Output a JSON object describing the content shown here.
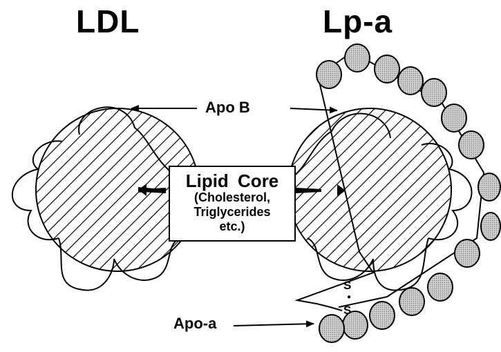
{
  "titles": {
    "left": "LDL",
    "right": "Lp-a"
  },
  "labels": {
    "apo_b": "Apo B",
    "apo_a": "Apo-a",
    "disulfide_top": "S",
    "disulfide_bottom": "S"
  },
  "core": {
    "title": "Lipid Core",
    "line1": "(Cholesterol,",
    "line2": "Triglycerides",
    "line3": "etc.)"
  },
  "colors": {
    "ink": "#000000",
    "kringle_fill": "#c8c8c8",
    "background": "#ffffff"
  }
}
